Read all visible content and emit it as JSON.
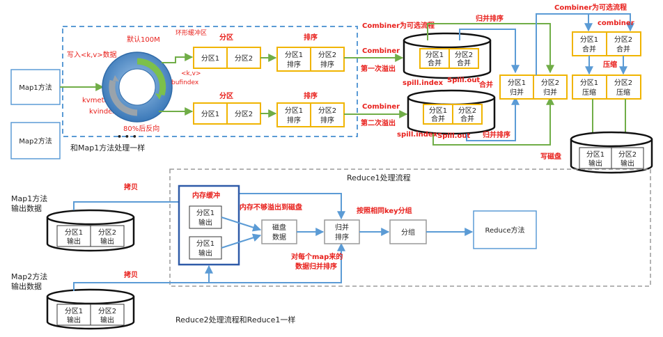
{
  "map_phase": {
    "map1_label": "Map1方法",
    "map2_label": "Map2方法",
    "write_kv_label": "写入<k,v>数据",
    "default_100m_label": "默认100M",
    "ring_buffer_label": "环形缓冲区",
    "kv_bufindex_label": "<k,v>",
    "bufindex_label": "bufindex",
    "kvmeta_label": "kvmeta",
    "kvindex_label": "kvindex",
    "reverse_80_label": "80%后反向",
    "dots_label": "• • •",
    "same_as_map1_label": "和Map1方法处理一样",
    "partition_title_1": "分区",
    "partition_title_2": "分区",
    "sort_title_1": "排序",
    "sort_title_2": "排序",
    "part1": "分区1",
    "part2": "分区2",
    "sorted1_line1": "分区1",
    "sorted1_line2": "排序",
    "sorted2_line1": "分区2",
    "sorted2_line2": "排序",
    "combiner_optional_label": "Combiner为可选流程",
    "combiner_label_1": "Combiner",
    "combiner_label_2": "Combiner",
    "first_spill_label": "第一次溢出",
    "second_spill_label": "第二次溢出",
    "merged1_line1": "分区1",
    "merged1_line2": "合并",
    "merged2_line1": "分区2",
    "merged2_line2": "合并",
    "spill_index_1": "spill.index",
    "spill_out_1": "Spill.out",
    "spill_index_2": "spill.index",
    "spill_out_2": "Spill.out",
    "merge_sort_label_1": "归并排序",
    "merge_sort_label_2": "归并排序",
    "merge_label": "合并",
    "gb1_line1": "分区1",
    "gb1_line2": "归并",
    "gb2_line1": "分区2",
    "gb2_line2": "归并",
    "combiner_optional_label_2": "Combiner为可选流程",
    "combiner_lower": "combiner",
    "cm1_line1": "分区1",
    "cm1_line2": "合并",
    "cm2_line1": "分区2",
    "cm2_line2": "合并",
    "compress_label": "压缩",
    "cz1_line1": "分区1",
    "cz1_line2": "压缩",
    "cz2_line1": "分区2",
    "cz2_line2": "压缩",
    "write_disk_label": "写磁盘",
    "out1_line1": "分区1",
    "out1_line2": "输出",
    "out2_line1": "分区2",
    "out2_line2": "输出"
  },
  "reduce_phase": {
    "reduce1_flow_title": "Reduce1处理流程",
    "copy_label_1": "拷贝",
    "copy_label_2": "拷贝",
    "map1_output_line1": "Map1方法",
    "map1_output_line2": "输出数据",
    "map2_output_line1": "Map2方法",
    "map2_output_line2": "输出数据",
    "db_part1_line1": "分区1",
    "db_part1_line2": "输出",
    "db_part2_line1": "分区2",
    "db_part2_line2": "输出",
    "memory_buffer_label": "内存缓冲",
    "mem_out_line1": "分区1",
    "mem_out_line2": "输出",
    "spill_disk_label": "内存不够溢出到磁盘",
    "disk_data_line1": "磁盘",
    "disk_data_line2": "数据",
    "merge_sort_line1": "归并",
    "merge_sort_line2": "排序",
    "group_by_key_label": "按照相同key分组",
    "group_label": "分组",
    "reduce_method_label": "Reduce方法",
    "per_map_merge_line1": "对每个map来的",
    "per_map_merge_line2": "数据归并排序",
    "reduce2_same_label": "Reduce2处理流程和Reduce1一样"
  },
  "colors": {
    "accent_blue": "#5b9bd5",
    "box_gold": "#f0b400",
    "arrow_green": "#70ad47",
    "label_red": "#e8201c",
    "mem_box_blue": "#2e5aa8"
  }
}
